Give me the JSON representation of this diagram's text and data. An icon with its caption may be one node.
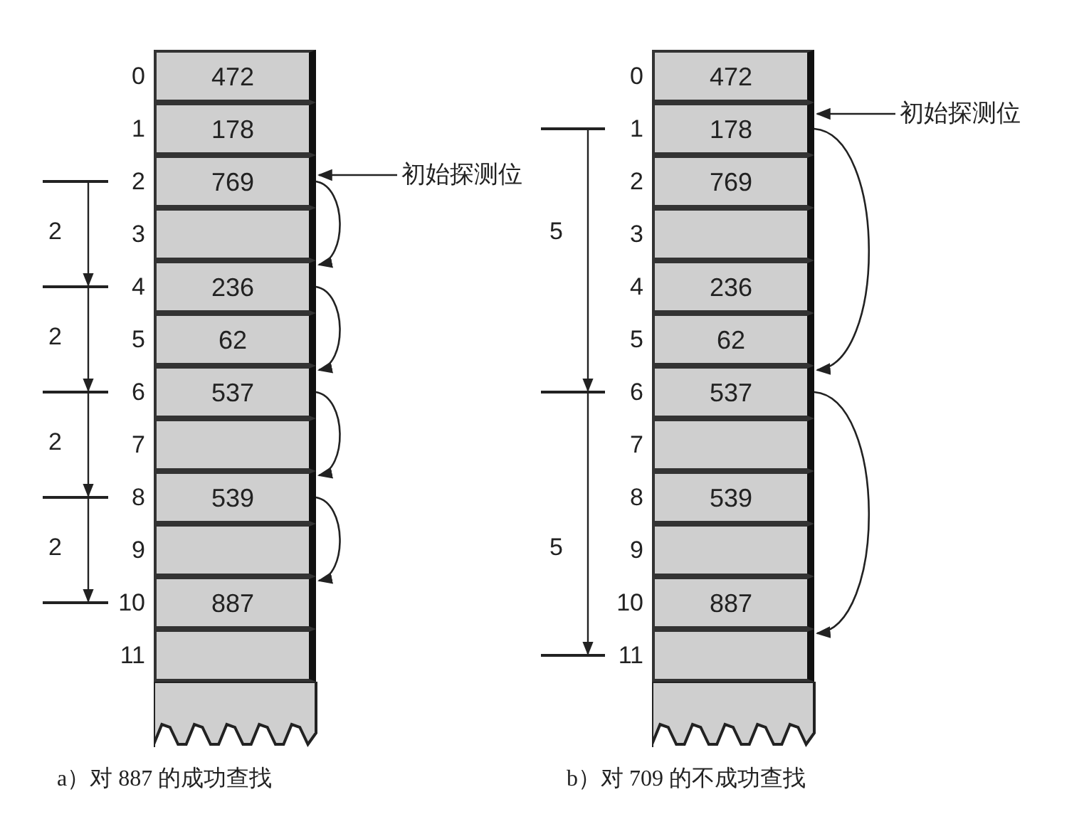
{
  "diagram": {
    "nodes": [
      {
        "text": [
          "472"
        ],
        "beside": [
          "0"
        ]
      },
      {
        "text": [
          "178"
        ],
        "beside": [
          "1"
        ]
      },
      {
        "text": [
          "769"
        ],
        "beside": [
          "2"
        ]
      },
      {
        "text": [],
        "shape": "box",
        "beside": [
          "3"
        ]
      },
      {
        "text": [
          "236"
        ],
        "beside": [
          "4"
        ]
      },
      {
        "text": [
          "62"
        ],
        "beside": [
          "5"
        ]
      },
      {
        "text": [
          "537"
        ],
        "beside": [
          "6"
        ]
      },
      {
        "text": [],
        "shape": "box",
        "beside": [
          "7"
        ]
      },
      {
        "text": [
          "539"
        ],
        "beside": [
          "8"
        ]
      },
      {
        "text": [],
        "shape": "box",
        "beside": [
          "9"
        ]
      },
      {
        "text": [
          "887"
        ],
        "beside": [
          "10"
        ]
      },
      {
        "text": [],
        "shape": "box",
        "beside": [
          "11"
        ]
      },
      {
        "text": [
          "初始探测位"
        ]
      },
      {
        "text": [
          "472"
        ],
        "beside": [
          "0"
        ]
      },
      {
        "text": [
          "178"
        ],
        "beside": [
          "1"
        ]
      },
      {
        "text": [
          "769"
        ],
        "beside": [
          "2"
        ]
      },
      {
        "text": [],
        "shape": "box",
        "beside": [
          "3"
        ]
      },
      {
        "text": [
          "236"
        ],
        "beside": [
          "4"
        ]
      },
      {
        "text": [
          "62"
        ],
        "beside": [
          "5"
        ]
      },
      {
        "text": [
          "537"
        ],
        "beside": [
          "6"
        ]
      },
      {
        "text": [],
        "shape": "box",
        "beside": [
          "7"
        ]
      },
      {
        "text": [
          "539"
        ],
        "beside": [
          "8"
        ]
      },
      {
        "text": [],
        "shape": "box",
        "beside": [
          "9"
        ]
      },
      {
        "text": [
          "887"
        ],
        "beside": [
          "10"
        ]
      },
      {
        "text": [],
        "shape": "box",
        "beside": [
          "11"
        ]
      },
      {
        "text": [
          "初始探测位"
        ]
      }
    ],
    "edges": [
      {
        "from": 12,
        "to": 2,
        "arrow": "to"
      },
      {
        "from": 2,
        "to": 4,
        "arrow": "to"
      },
      {
        "from": 4,
        "to": 6,
        "arrow": "to"
      },
      {
        "from": 6,
        "to": 8,
        "arrow": "to"
      },
      {
        "from": 8,
        "to": 10,
        "arrow": "to"
      },
      {
        "from": 25,
        "to": 14,
        "arrow": "to"
      },
      {
        "from": 14,
        "to": 19,
        "arrow": "to"
      },
      {
        "from": 19,
        "to": 24,
        "arrow": "to"
      }
    ],
    "labels": [
      "2",
      "2",
      "2",
      "2",
      "5",
      "5",
      "a）对 887 的成功查找",
      "b）对 709 的不成功查找"
    ]
  }
}
